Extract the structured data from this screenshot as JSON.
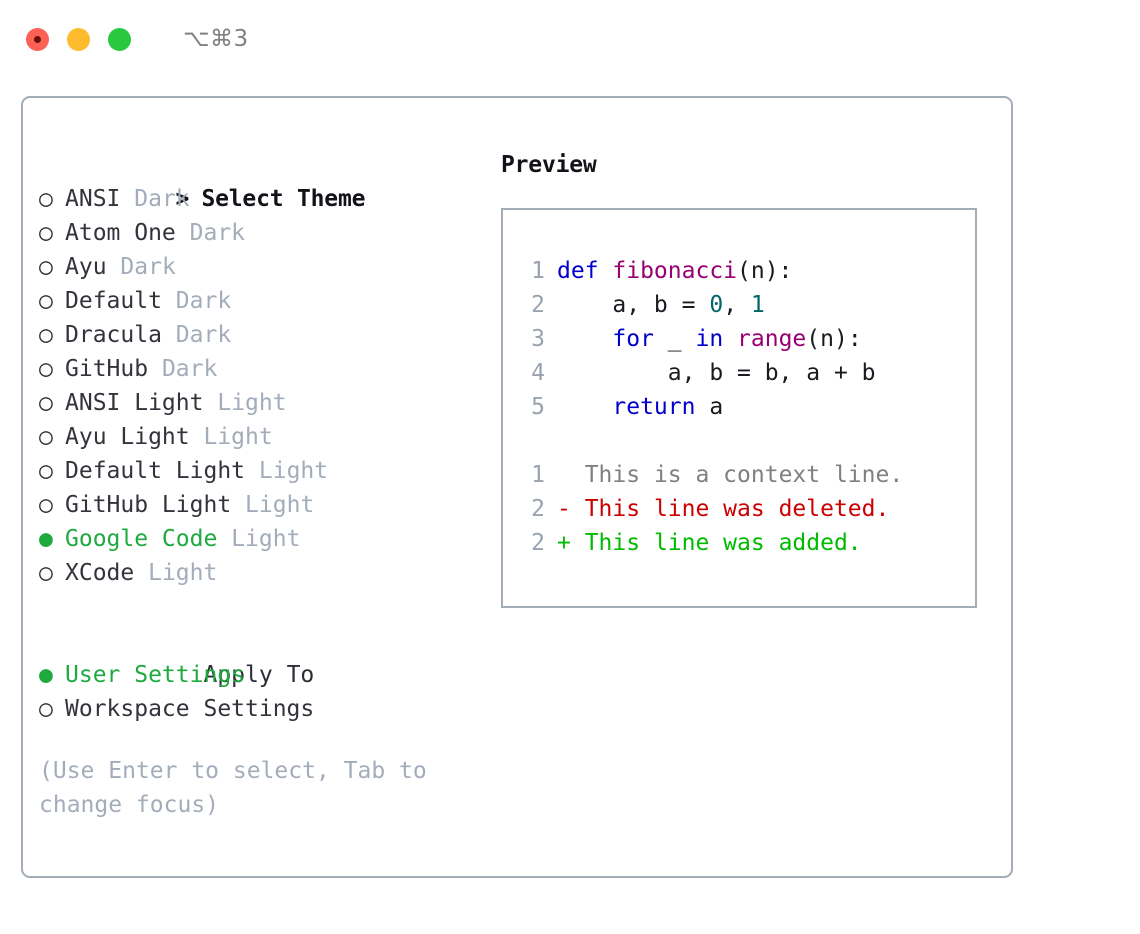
{
  "titlebar": {
    "shortcut": "⌥⌘3",
    "lights": [
      {
        "name": "close",
        "color": "#fd6054"
      },
      {
        "name": "minimize",
        "color": "#fdbc2e"
      },
      {
        "name": "maximize",
        "color": "#28c83f"
      }
    ]
  },
  "theme_list": {
    "header": {
      "marker": ">",
      "label": "Select Theme"
    },
    "items": [
      {
        "marker": "○",
        "name": "ANSI",
        "badge": "Dark",
        "selected": false
      },
      {
        "marker": "○",
        "name": "Atom One",
        "badge": "Dark",
        "selected": false
      },
      {
        "marker": "○",
        "name": "Ayu",
        "badge": "Dark",
        "selected": false
      },
      {
        "marker": "○",
        "name": "Default",
        "badge": "Dark",
        "selected": false
      },
      {
        "marker": "○",
        "name": "Dracula",
        "badge": "Dark",
        "selected": false
      },
      {
        "marker": "○",
        "name": "GitHub",
        "badge": "Dark",
        "selected": false
      },
      {
        "marker": "○",
        "name": "ANSI Light",
        "badge": "Light",
        "selected": false
      },
      {
        "marker": "○",
        "name": "Ayu Light",
        "badge": "Light",
        "selected": false
      },
      {
        "marker": "○",
        "name": "Default Light",
        "badge": "Light",
        "selected": false
      },
      {
        "marker": "○",
        "name": "GitHub Light",
        "badge": "Light",
        "selected": false
      },
      {
        "marker": "●",
        "name": "Google Code",
        "badge": "Light",
        "selected": true
      },
      {
        "marker": "○",
        "name": "XCode",
        "badge": "Light",
        "selected": false
      }
    ]
  },
  "apply_to": {
    "header": "Apply To",
    "items": [
      {
        "marker": "●",
        "name": "User Settings",
        "selected": true
      },
      {
        "marker": "○",
        "name": "Workspace Settings",
        "selected": false
      }
    ]
  },
  "hint": "(Use Enter to select, Tab to change focus)",
  "preview": {
    "label": "Preview",
    "code_lines": [
      {
        "no": "1",
        "tokens": [
          {
            "t": "def ",
            "c": "tok-kw"
          },
          {
            "t": "fibonacci",
            "c": "tok-fn"
          },
          {
            "t": "(n):",
            "c": "tok-punc"
          }
        ]
      },
      {
        "no": "2",
        "tokens": [
          {
            "t": "    a, b = ",
            "c": "tok-pl"
          },
          {
            "t": "0",
            "c": "tok-num"
          },
          {
            "t": ", ",
            "c": "tok-punc"
          },
          {
            "t": "1",
            "c": "tok-num"
          }
        ]
      },
      {
        "no": "3",
        "tokens": [
          {
            "t": "    ",
            "c": "tok-pl"
          },
          {
            "t": "for",
            "c": "tok-kw"
          },
          {
            "t": " _ ",
            "c": "tok-pl"
          },
          {
            "t": "in",
            "c": "tok-kw"
          },
          {
            "t": " ",
            "c": "tok-pl"
          },
          {
            "t": "range",
            "c": "tok-fn"
          },
          {
            "t": "(n):",
            "c": "tok-punc"
          }
        ]
      },
      {
        "no": "4",
        "tokens": [
          {
            "t": "        a, b = b, a + b",
            "c": "tok-pl"
          }
        ]
      },
      {
        "no": "5",
        "tokens": [
          {
            "t": "    ",
            "c": "tok-pl"
          },
          {
            "t": "return",
            "c": "tok-kw"
          },
          {
            "t": " a",
            "c": "tok-pl"
          }
        ]
      }
    ],
    "diff_lines": [
      {
        "no": "1",
        "sign": " ",
        "text": " This is a context line.",
        "kind": "diff-ctx"
      },
      {
        "no": "2",
        "sign": "-",
        "text": " This line was deleted.",
        "kind": "diff-del"
      },
      {
        "no": "2",
        "sign": "+",
        "text": " This line was added.",
        "kind": "diff-add"
      }
    ]
  },
  "colors": {
    "accent_green": "#1eaa3f",
    "border": "#a3adba",
    "muted": "#a3adba",
    "keyword": "#0000cc",
    "function": "#990073",
    "number": "#006666",
    "diff_delete": "#cc0000",
    "diff_add": "#00bb00"
  }
}
